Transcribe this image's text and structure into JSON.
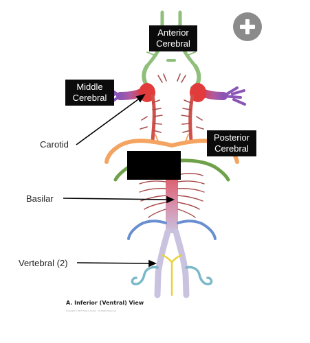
{
  "labels": {
    "anterior_cerebral": [
      "Anterior",
      "Cerebral"
    ],
    "middle_cerebral": [
      "Middle",
      "Cerebral"
    ],
    "posterior_cerebral": [
      "Posterior",
      "Cerebral"
    ],
    "carotid": "Carotid",
    "basilar": "Basilar",
    "vertebral": "Vertebral (2)"
  },
  "caption": "A. Inferior (Ventral) View",
  "copyright": "Copyright © 2017 Wolters Kluwer · All Rights Reserved",
  "zoom_button": {
    "icon": "plus-icon",
    "color": "#8b8b8b"
  },
  "colors": {
    "anterior_cerebral": "#8fbf7a",
    "carotid_red": "#e23b3b",
    "middle_cerebral": "#8a55b5",
    "posterior_cerebral": "#f4a460",
    "superior_cerebellar": "#6fa04a",
    "basilar_top": "#e03a3a",
    "vertebral": "#c9c3e0",
    "anterior_spinal": "#e8d23a",
    "cerebellar_inferior": "#6a8fd0",
    "pica": "#7ab8c8",
    "perforators": "#a84a4a",
    "redaction": "#000000"
  }
}
